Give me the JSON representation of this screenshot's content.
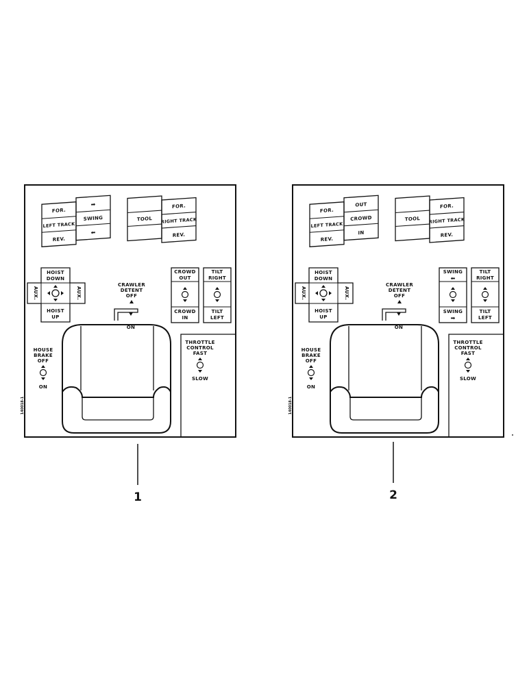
{
  "panels": [
    {
      "code": "140018-1",
      "callout": "1",
      "left_track_switch": {
        "top": "FOR.",
        "middle": "LEFT TRACK",
        "bottom": "REV."
      },
      "upper_switch_2": {
        "top_icon": "arrow-right-icon",
        "middle": "SWING",
        "bottom_icon": "arrow-left-icon"
      },
      "tool_switch": {
        "label": "TOOL"
      },
      "right_track_switch": {
        "top": "FOR.",
        "middle": "RIGHT TRACK",
        "bottom": "REV."
      },
      "hoist": {
        "top": "HOIST DOWN",
        "bottom": "HOIST UP",
        "left": "AUX.",
        "right": "AUX."
      },
      "crawler_detent": {
        "title": "CRAWLER DETENT",
        "off": "OFF",
        "on": "ON"
      },
      "lower_switch_1": {
        "top": "CROWD OUT",
        "bottom": "CROWD IN"
      },
      "tilt": {
        "top": "TILT RIGHT",
        "bottom": "TILT LEFT"
      },
      "house_brake": {
        "title": "HOUSE BRAKE",
        "off": "OFF",
        "on": "ON"
      },
      "throttle": {
        "title": "THROTTLE CONTROL",
        "fast": "FAST",
        "slow": "SLOW"
      }
    },
    {
      "code": "140018-1",
      "callout": "2",
      "left_track_switch": {
        "top": "FOR.",
        "middle": "LEFT TRACK",
        "bottom": "REV."
      },
      "upper_switch_2": {
        "top": "OUT",
        "middle": "CROWD",
        "bottom": "IN"
      },
      "tool_switch": {
        "label": "TOOL"
      },
      "right_track_switch": {
        "top": "FOR.",
        "middle": "RIGHT TRACK",
        "bottom": "REV."
      },
      "hoist": {
        "top": "HOIST DOWN",
        "bottom": "HOIST UP",
        "left": "AUX.",
        "right": "AUX."
      },
      "crawler_detent": {
        "title": "CRAWLER DETENT",
        "off": "OFF",
        "on": "ON"
      },
      "lower_switch_1": {
        "top": "SWING",
        "top_icon": "arrow-left-icon",
        "bottom": "SWING",
        "bottom_icon": "arrow-right-icon"
      },
      "tilt": {
        "top": "TILT RIGHT",
        "bottom": "TILT LEFT"
      },
      "house_brake": {
        "title": "HOUSE BRAKE",
        "off": "OFF",
        "on": "ON"
      },
      "throttle": {
        "title": "THROTTLE CONTROL",
        "fast": "FAST",
        "slow": "SLOW"
      }
    }
  ]
}
